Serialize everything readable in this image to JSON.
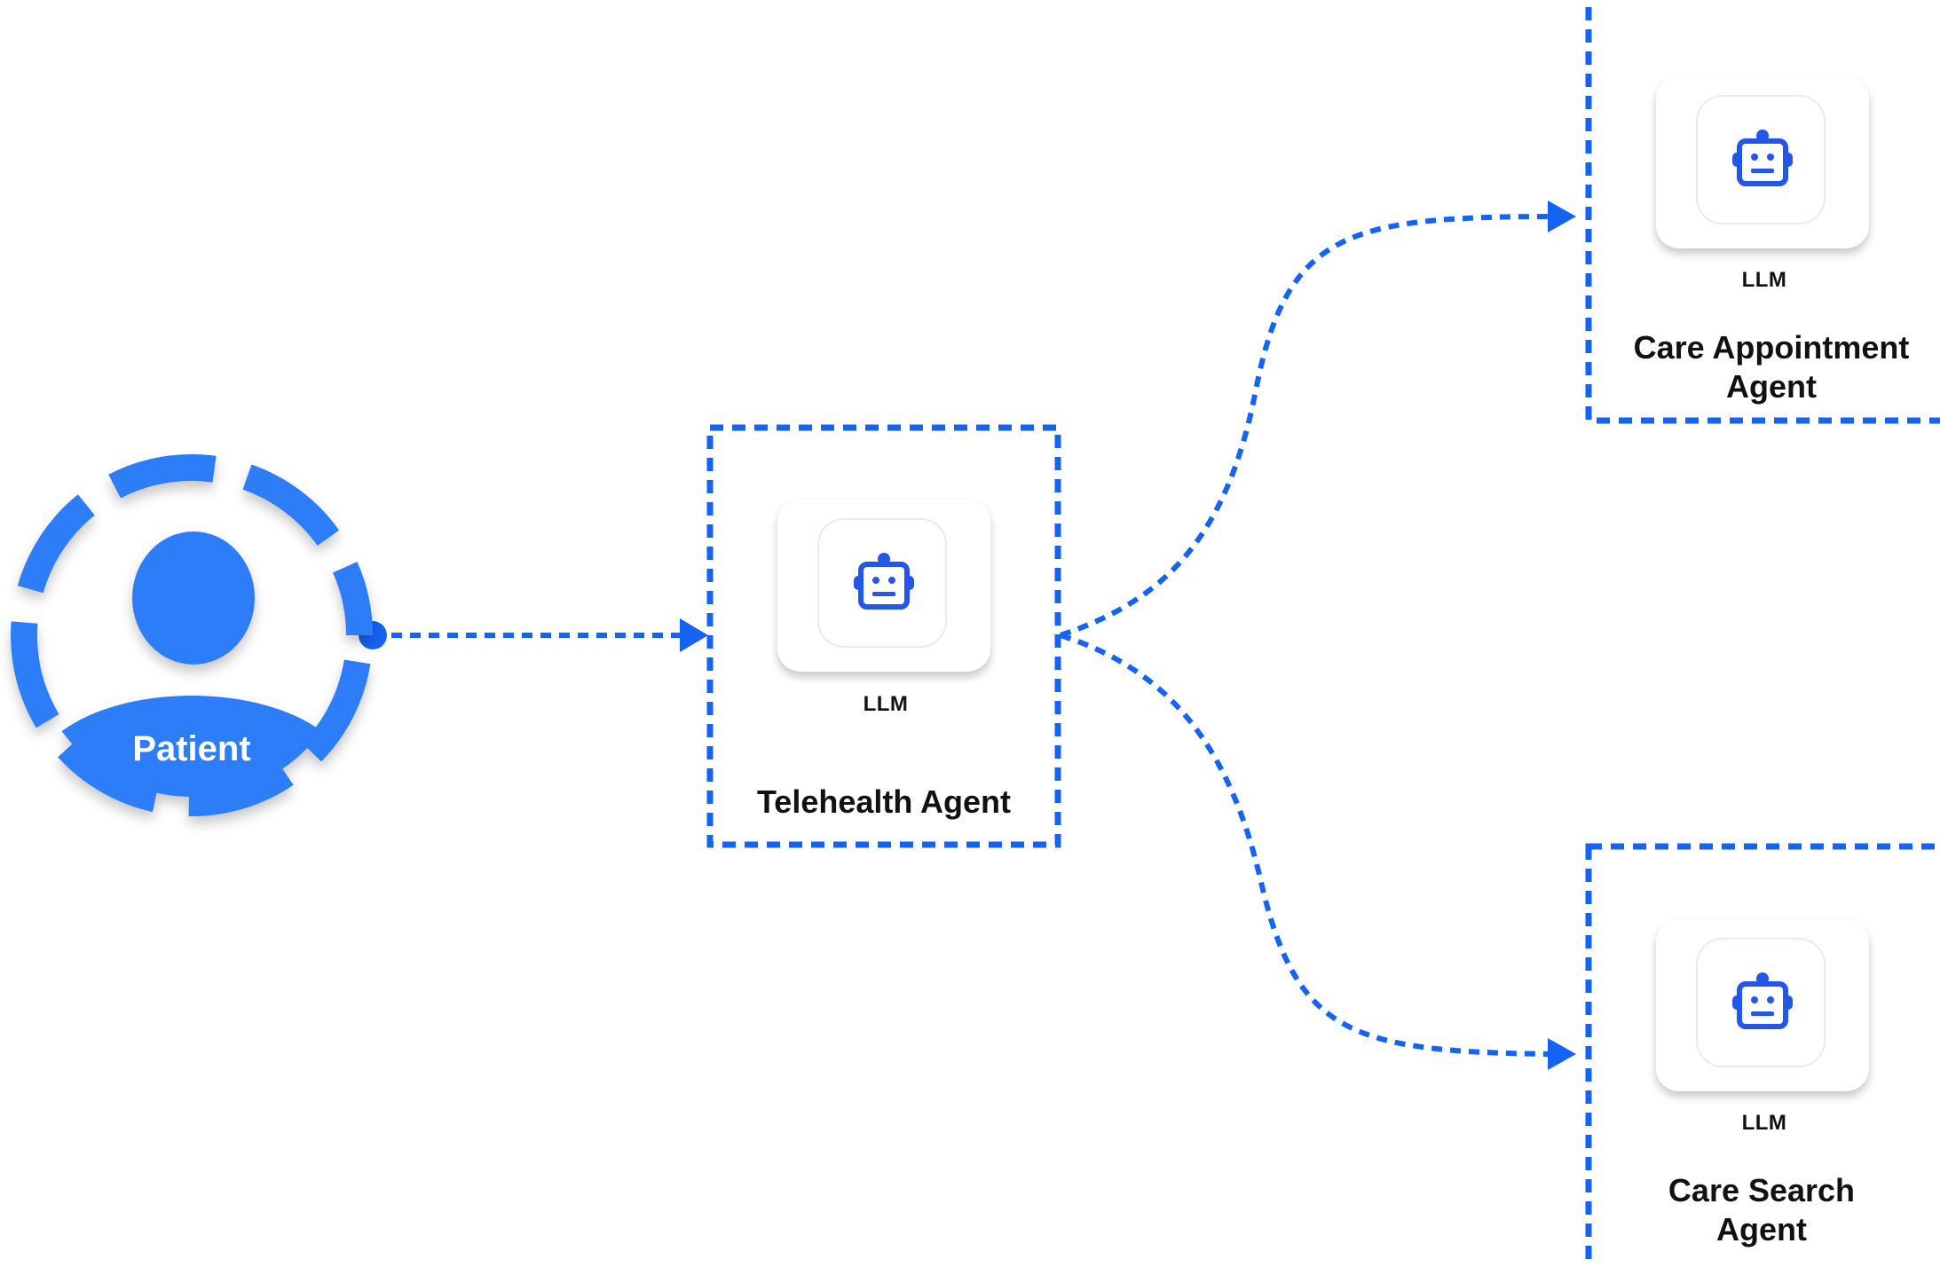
{
  "colors": {
    "accent": "#1463f3",
    "patient_blue": "#2f7df8",
    "icon_blue": "#2456e8",
    "text": "#111111"
  },
  "patient": {
    "label": "Patient",
    "icon": "user-silhouette-icon"
  },
  "agents": {
    "telehealth": {
      "title": "Telehealth Agent",
      "llm_label": "LLM",
      "icon": "robot-icon"
    },
    "appointment": {
      "title_line1": "Care Appointment",
      "title_line2": "Agent",
      "llm_label": "LLM",
      "icon": "robot-icon"
    },
    "search": {
      "title_line1": "Care Search",
      "title_line2": "Agent",
      "llm_label": "LLM",
      "icon": "robot-icon"
    }
  },
  "edges": [
    {
      "from": "Patient",
      "to": "Telehealth Agent"
    },
    {
      "from": "Telehealth Agent",
      "to": "Care Appointment Agent"
    },
    {
      "from": "Telehealth Agent",
      "to": "Care Search Agent"
    }
  ]
}
